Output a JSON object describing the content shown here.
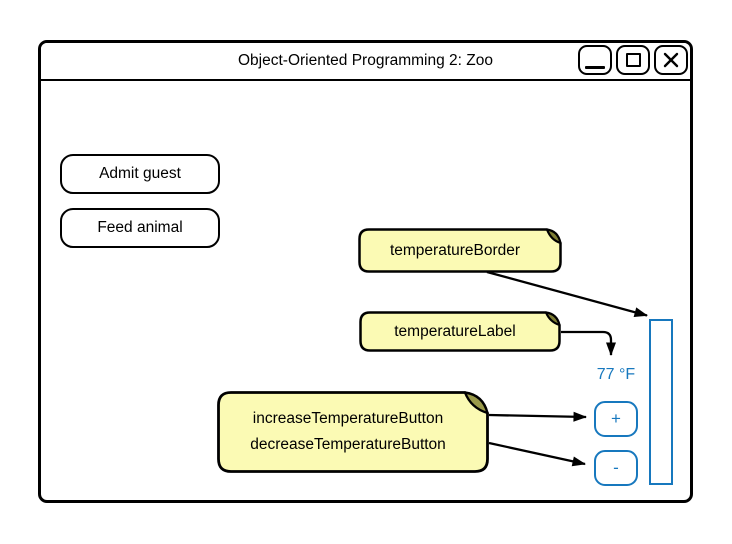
{
  "window": {
    "title": "Object-Oriented Programming 2: Zoo"
  },
  "mock_buttons": {
    "admit": "Admit guest",
    "feed": "Feed animal"
  },
  "annotations": {
    "border_note": "temperatureBorder",
    "label_note": "temperatureLabel",
    "buttons_note_line1": "increaseTemperatureButton",
    "buttons_note_line2": "decreaseTemperatureButton"
  },
  "temperature": {
    "display": "77 °F",
    "increase_label": "+",
    "decrease_label": "-"
  },
  "icons": {
    "minimize": "minimize-icon",
    "maximize": "maximize-icon",
    "close": "close-icon"
  },
  "colors": {
    "accent_blue": "#1778BE",
    "note_yellow": "#FBFAB4",
    "note_fold_olive": "#7d7d33",
    "outline_black": "#000000"
  }
}
